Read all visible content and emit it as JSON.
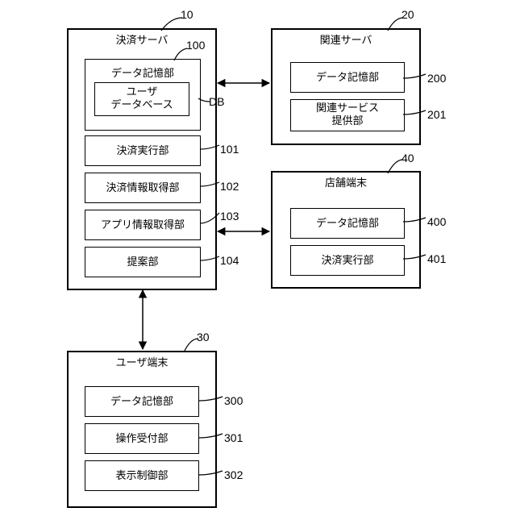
{
  "payment_server": {
    "ref": "10",
    "title": "決済サーバ",
    "data_storage": {
      "ref": "100",
      "title": "データ記憶部",
      "db_line1": "ユーザ",
      "db_line2": "データベース",
      "db_ref": "DB"
    },
    "units": [
      {
        "ref": "101",
        "label": "決済実行部"
      },
      {
        "ref": "102",
        "label": "決済情報取得部"
      },
      {
        "ref": "103",
        "label": "アプリ情報取得部"
      },
      {
        "ref": "104",
        "label": "提案部"
      }
    ]
  },
  "related_server": {
    "ref": "20",
    "title": "関連サーバ",
    "units": [
      {
        "ref": "200",
        "label": "データ記憶部"
      },
      {
        "ref": "201",
        "line1": "関連サービス",
        "line2": "提供部"
      }
    ]
  },
  "store_terminal": {
    "ref": "40",
    "title": "店舗端末",
    "units": [
      {
        "ref": "400",
        "label": "データ記憶部"
      },
      {
        "ref": "401",
        "label": "決済実行部"
      }
    ]
  },
  "user_terminal": {
    "ref": "30",
    "title": "ユーザ端末",
    "units": [
      {
        "ref": "300",
        "label": "データ記憶部"
      },
      {
        "ref": "301",
        "label": "操作受付部"
      },
      {
        "ref": "302",
        "label": "表示制御部"
      }
    ]
  }
}
